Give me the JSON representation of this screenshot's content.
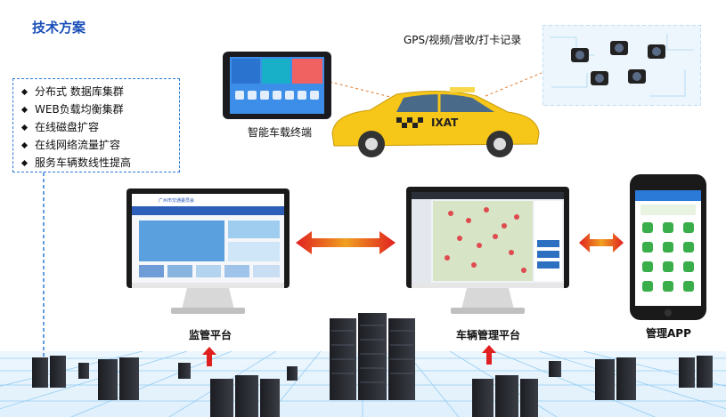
{
  "title": "技术方案",
  "features": [
    "分布式 数据库集群",
    "WEB负载均衡集群",
    "在线磁盘扩容",
    "在线网络流量扩容",
    "服务车辆数线性提高"
  ],
  "labels": {
    "terminal": "智能车载终端",
    "gps": "GPS/视频/营收/打卡记录",
    "supervise": "监管平台",
    "vehicle": "车辆管理平台",
    "app": "管理APP"
  },
  "taxi_text": "IXAT",
  "supervise_banner": "广州市交通委员会",
  "colors": {
    "title": "#1a4fb8",
    "dash": "#2d7ad6",
    "arrow": "#e02020",
    "taxi": "#f6c619"
  }
}
